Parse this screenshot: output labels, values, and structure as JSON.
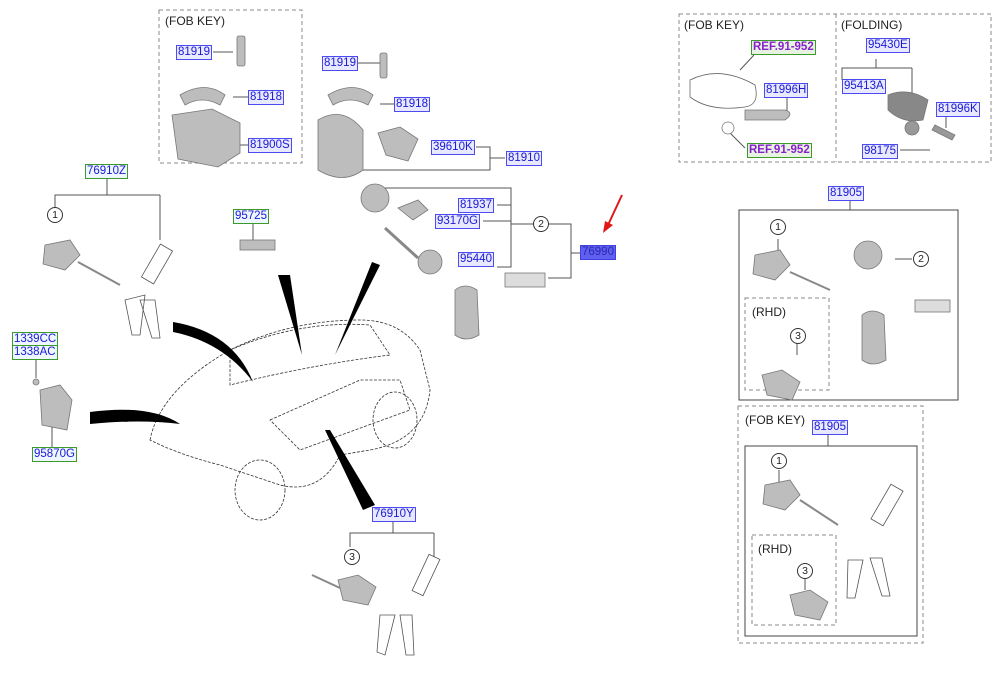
{
  "diagram": {
    "title": "Key & Cylinder Set parts diagram",
    "highlight_color": "#5f5ff0",
    "arrow_color": "#e01818",
    "groups": {
      "fob_key_top_left": {
        "caption": "(FOB KEY)",
        "parts": [
          "81919",
          "81918",
          "81900S"
        ]
      },
      "ignition_lock": {
        "parts": [
          "81919",
          "81918",
          "39610K",
          "81910",
          "81937",
          "93170G",
          "95440"
        ],
        "circle": "2",
        "assembly": "76990"
      },
      "door_lock_front": {
        "assembly": "76910Z",
        "circle": "1"
      },
      "tailgate": {
        "parts": [
          "1339CC",
          "1338AC",
          "95870G"
        ]
      },
      "switch": {
        "part": "95725"
      },
      "door_lock_rhd": {
        "assembly": "76910Y",
        "circle": "3"
      },
      "fob_key_top_right": {
        "caption": "(FOB KEY)",
        "refs": [
          "REF.91-952",
          "REF.91-952"
        ],
        "part": "81996H"
      },
      "folding": {
        "caption": "(FOLDING)",
        "parts": [
          "95430E",
          "95413A",
          "81996K",
          "98175"
        ]
      },
      "kit_81905": {
        "assembly": "81905",
        "circles": [
          "1",
          "2",
          "3"
        ],
        "rhd_caption": "(RHD)"
      },
      "kit_81905_fob": {
        "caption": "(FOB KEY)",
        "assembly": "81905",
        "circles": [
          "1",
          "3"
        ],
        "rhd_caption": "(RHD)"
      }
    }
  }
}
